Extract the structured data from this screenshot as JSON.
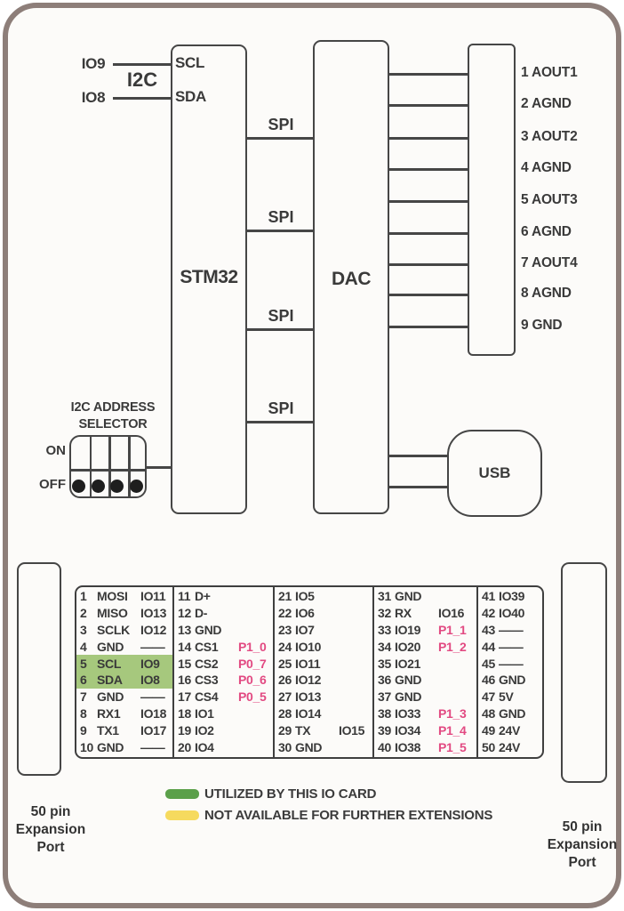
{
  "blocks": {
    "stm32": "STM32",
    "dac": "DAC",
    "usb": "USB"
  },
  "i2c": {
    "bus_label": "I2C",
    "signals": [
      {
        "io": "IO9",
        "pin": "SCL"
      },
      {
        "io": "IO8",
        "pin": "SDA"
      }
    ]
  },
  "spi": {
    "label": "SPI",
    "count": 4
  },
  "dac_connector": {
    "pins": [
      "1 AOUT1",
      "2 AGND",
      "3 AOUT2",
      "4 AGND",
      "5 AOUT3",
      "6 AGND",
      "7 AOUT4",
      "8 AGND",
      "9 GND"
    ]
  },
  "selector": {
    "title_lines": [
      "I2C ADDRESS",
      "SELECTOR"
    ],
    "on_label": "ON",
    "off_label": "OFF",
    "switch_count": 4,
    "positions": [
      "off",
      "off",
      "off",
      "off"
    ]
  },
  "expansion_table": {
    "columns": [
      {
        "rows": [
          {
            "n": "1",
            "name": "MOSI",
            "extra": "IO11"
          },
          {
            "n": "2",
            "name": "MISO",
            "extra": "IO13"
          },
          {
            "n": "3",
            "name": "SCLK",
            "extra": "IO12"
          },
          {
            "n": "4",
            "name": "GND",
            "extra": "——"
          },
          {
            "n": "5",
            "name": "SCL",
            "extra": "IO9",
            "highlight": true
          },
          {
            "n": "6",
            "name": "SDA",
            "extra": "IO8",
            "highlight": true
          },
          {
            "n": "7",
            "name": "GND",
            "extra": "——"
          },
          {
            "n": "8",
            "name": "RX1",
            "extra": "IO18"
          },
          {
            "n": "9",
            "name": "TX1",
            "extra": "IO17"
          },
          {
            "n": "10",
            "name": "GND",
            "extra": "——"
          }
        ]
      },
      {
        "rows": [
          {
            "n": "11",
            "name": "D+"
          },
          {
            "n": "12",
            "name": "D-"
          },
          {
            "n": "13",
            "name": "GND"
          },
          {
            "n": "14",
            "name": "CS1",
            "extra": "P1_0",
            "style": "pink"
          },
          {
            "n": "15",
            "name": "CS2",
            "extra": "P0_7",
            "style": "pink"
          },
          {
            "n": "16",
            "name": "CS3",
            "extra": "P0_6",
            "style": "pink"
          },
          {
            "n": "17",
            "name": "CS4",
            "extra": "P0_5",
            "style": "pink"
          },
          {
            "n": "18",
            "name": "IO1"
          },
          {
            "n": "19",
            "name": "IO2"
          },
          {
            "n": "20",
            "name": "IO4"
          }
        ]
      },
      {
        "rows": [
          {
            "n": "21",
            "name": "IO5"
          },
          {
            "n": "22",
            "name": "IO6"
          },
          {
            "n": "23",
            "name": "IO7"
          },
          {
            "n": "24",
            "name": "IO10"
          },
          {
            "n": "25",
            "name": "IO11"
          },
          {
            "n": "26",
            "name": "IO12"
          },
          {
            "n": "27",
            "name": "IO13"
          },
          {
            "n": "28",
            "name": "IO14"
          },
          {
            "n": "29",
            "name": "TX",
            "extra": "IO15"
          },
          {
            "n": "30",
            "name": "GND"
          }
        ]
      },
      {
        "rows": [
          {
            "n": "31",
            "name": "GND"
          },
          {
            "n": "32",
            "name": "RX",
            "extra": "IO16"
          },
          {
            "n": "33",
            "name": "IO19",
            "extra": "P1_1",
            "style": "pink"
          },
          {
            "n": "34",
            "name": "IO20",
            "extra": "P1_2",
            "style": "pink"
          },
          {
            "n": "35",
            "name": "IO21"
          },
          {
            "n": "36",
            "name": "GND"
          },
          {
            "n": "37",
            "name": "GND"
          },
          {
            "n": "38",
            "name": "IO33",
            "extra": "P1_3",
            "style": "pink"
          },
          {
            "n": "39",
            "name": "IO34",
            "extra": "P1_4",
            "style": "pink"
          },
          {
            "n": "40",
            "name": "IO38",
            "extra": "P1_5",
            "style": "pink"
          }
        ]
      },
      {
        "rows": [
          {
            "n": "41",
            "name": "IO39"
          },
          {
            "n": "42",
            "name": "IO40"
          },
          {
            "n": "43",
            "name": "——"
          },
          {
            "n": "44",
            "name": "——"
          },
          {
            "n": "45",
            "name": "——"
          },
          {
            "n": "46",
            "name": "GND"
          },
          {
            "n": "47",
            "name": "5V"
          },
          {
            "n": "48",
            "name": "GND"
          },
          {
            "n": "49",
            "name": "24V"
          },
          {
            "n": "50",
            "name": "24V"
          }
        ]
      }
    ]
  },
  "legend": {
    "items": [
      {
        "color": "#5ba04a",
        "label": "UTILIZED BY THIS IO CARD"
      },
      {
        "color": "#f6da5e",
        "label": "NOT AVAILABLE FOR FURTHER EXTENSIONS"
      }
    ]
  },
  "expansion_port": {
    "label_lines": [
      "50 pin",
      "Expansion",
      "Port"
    ]
  },
  "colors": {
    "frame_border": "#8d7e79",
    "line": "#464646",
    "highlight_green": "#a6c87d",
    "legend_green": "#5ba04a",
    "legend_yellow": "#f6da5e",
    "pink": "#e24a82"
  }
}
